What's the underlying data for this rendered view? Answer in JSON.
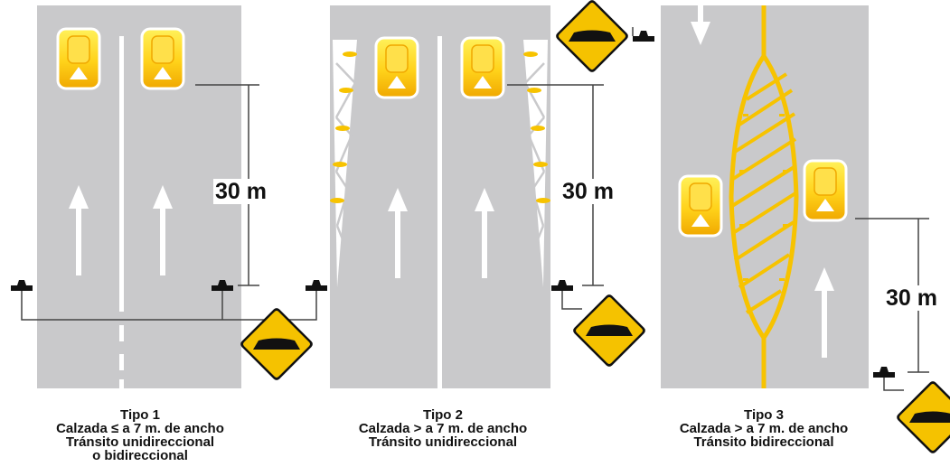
{
  "colors": {
    "road": "#c9c9cb",
    "marking": "#ffffff",
    "bump": "#f6b800",
    "bump_light": "#fff15a",
    "sign": "#f5c200",
    "ink": "#111111"
  },
  "panels": [
    {
      "id": "tipo-1",
      "distance_label": "30 m",
      "caption": [
        "Tipo 1",
        "Calzada ≤ a 7 m. de ancho",
        "Tránsito unidireccional",
        "o bidireccional"
      ]
    },
    {
      "id": "tipo-2",
      "distance_label": "30 m",
      "caption": [
        "Tipo 2",
        "Calzada > a 7 m. de ancho",
        "Tránsito unidireccional"
      ]
    },
    {
      "id": "tipo-3",
      "distance_label": "30 m",
      "caption": [
        "Tipo 3",
        "Calzada > a 7 m. de ancho",
        "Tránsito bidireccional"
      ]
    }
  ],
  "icons": [
    "speed-bump-marker-icon",
    "speed-bump-warning-sign-icon",
    "lane-arrow-icon",
    "post-icon"
  ]
}
